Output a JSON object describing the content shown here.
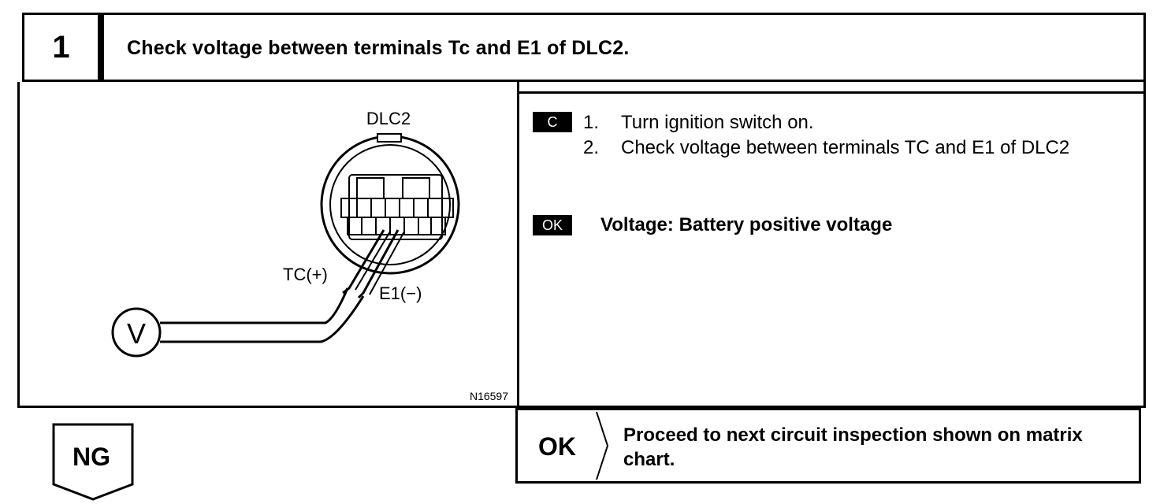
{
  "step": {
    "number": "1",
    "title": "Check voltage between terminals Tc and E1 of DLC2."
  },
  "diagram": {
    "connector_label": "DLC2",
    "tc_label": "TC(+)",
    "e1_label": "E1(−)",
    "meter_label": "V",
    "figure_id": "N16597"
  },
  "procedure": {
    "badge": "C",
    "steps": [
      {
        "num": "1.",
        "text": "Turn ignition switch on."
      },
      {
        "num": "2.",
        "text": "Check voltage between terminals TC and E1 of DLC2"
      }
    ]
  },
  "result": {
    "badge": "OK",
    "spec": "Voltage:  Battery positive voltage"
  },
  "ok_branch": {
    "label": "OK",
    "text": "Proceed to next circuit inspection shown on matrix chart."
  },
  "ng_branch": {
    "label": "NG"
  }
}
